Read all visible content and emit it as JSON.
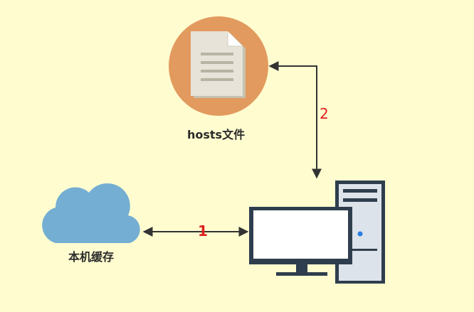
{
  "nodes": {
    "hosts_file": {
      "label": "hosts文件",
      "icon": "document-icon"
    },
    "local_cache": {
      "label": "本机缓存",
      "icon": "cloud-icon"
    },
    "computer": {
      "icon": "computer-icon"
    }
  },
  "edges": {
    "step_1": {
      "label": "1",
      "from": "computer",
      "to": "local_cache"
    },
    "step_2": {
      "label": "2",
      "from": "computer",
      "to": "hosts_file"
    }
  },
  "colors": {
    "background": "#fffdd0",
    "hosts_circle": "#e29a5e",
    "cloud": "#74aed3",
    "monitor_frame": "#2f3e4e",
    "monitor_screen": "#ffffff",
    "tower_body": "#dde3ea",
    "tower_led": "#2a7de1",
    "arrow": "#333333",
    "step_label": "#e02020"
  }
}
